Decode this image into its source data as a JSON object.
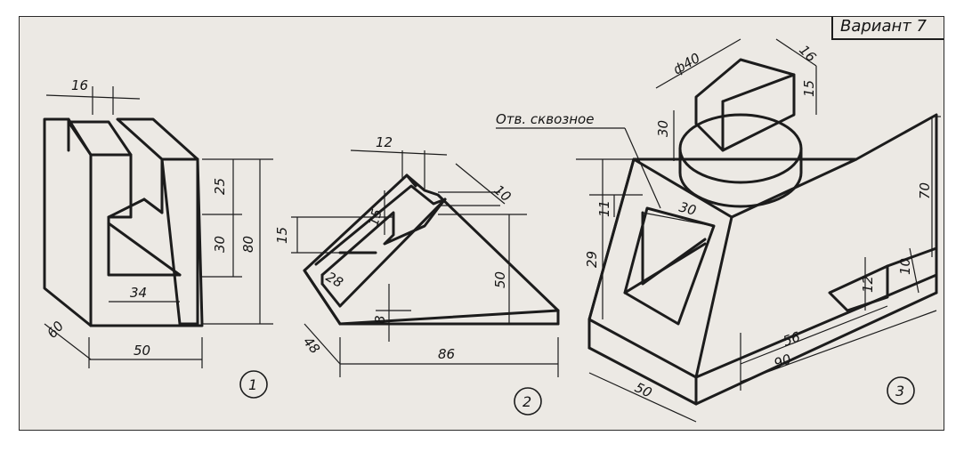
{
  "variant_label": "Вариант 7",
  "through_hole_label": "Отв. сквозное",
  "part_numbers": {
    "part1": "1",
    "part2": "2",
    "part3": "3"
  },
  "part1_dims": {
    "d16": "16",
    "d25": "25",
    "d30": "30",
    "d80": "80",
    "d34": "34",
    "d60": "60",
    "d50": "50"
  },
  "part2_dims": {
    "d12": "12",
    "d10": "10",
    "d15a": "15",
    "d15b": "15",
    "d28": "28",
    "d50": "50",
    "d8": "8",
    "d48": "48",
    "d86": "86"
  },
  "part3_dims": {
    "dphi40": "ф40",
    "d16": "16",
    "d15": "15",
    "d30a": "30",
    "d11": "11",
    "d30b": "30",
    "d29": "29",
    "d70": "70",
    "d12": "12",
    "d10": "10",
    "d56": "56",
    "d90": "90",
    "d50": "50"
  },
  "colors": {
    "paper": "#ece9e4",
    "ink": "#1c1c1c"
  }
}
